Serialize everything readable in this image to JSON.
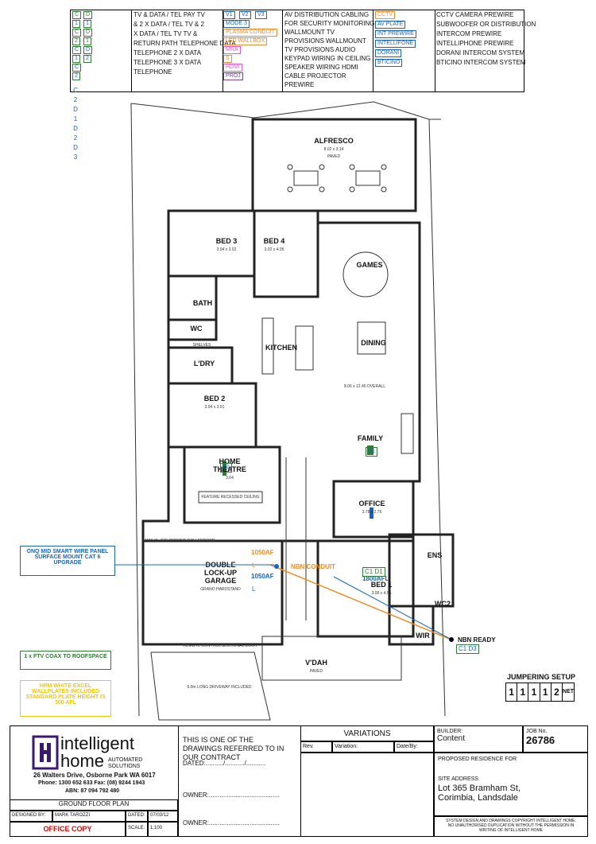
{
  "legend": {
    "col1": [
      {
        "codes": [
          "C",
          "D"
        ],
        "color": "#2e7d32",
        "text": "TV & DATA / TEL PAY TV"
      },
      {
        "codes": [
          "1",
          "1"
        ],
        "color": "#1565c0",
        "text": "& 2 X DATA / TEL TV & 2"
      },
      {
        "codes": [
          "C",
          "D"
        ],
        "color": "#2e7d32",
        "text": "X DATA / TEL TV TV &"
      },
      {
        "codes": [
          "2",
          "1"
        ],
        "color": "#2e7d32",
        "text": "RETURN PATH TELEPHONE DATA"
      },
      {
        "codes": [
          "C",
          "D"
        ],
        "color": "#1565c0",
        "text": "TELEPHONE 2 X DATA"
      },
      {
        "codes": [
          "1",
          "2"
        ],
        "color": "#1565c0",
        "text": "TELEPHONE 3 X DATA"
      },
      {
        "codes": [
          "C"
        ],
        "color": "#1565c0",
        "text": "TELEPHONE"
      },
      {
        "codes": [
          "2"
        ],
        "color": "#1565c0",
        "text": ""
      }
    ],
    "col1_extra": [
      "C",
      "2",
      "D",
      "1",
      "D",
      "2",
      "D",
      "3"
    ],
    "col2": [
      {
        "tags": [
          "V1",
          "V2",
          "V3"
        ],
        "color": "#1565c0",
        "text": "AV DISTRIBUTION CABLING"
      },
      {
        "tags": [
          "MODE 3"
        ],
        "color": "#1565c0",
        "text": "FOR SECURITY MONITORING"
      },
      {
        "tags": [
          "PLASMA CONDUIT"
        ],
        "color": "#f28c28",
        "text": "WALLMOUNT TV"
      },
      {
        "tags": [
          "LED WALLBOX"
        ],
        "color": "#f28c28",
        "text": "PROVISIONS WALLMOUNT"
      },
      {
        "tags": [
          "MRA"
        ],
        "color": "#e05ad0",
        "text": "TV PROVISIONS AUDIO"
      },
      {
        "tags": [
          "S"
        ],
        "color": "#f28c28",
        "text": "KEYPAD WIRING IN CEILING"
      },
      {
        "tags": [
          "HDMI"
        ],
        "color": "#e05ad0",
        "text": "SPEAKER WIRING HDMI"
      },
      {
        "tags": [
          "PROJ"
        ],
        "color": "#7b3fa0",
        "text": "CABLE PROJECTOR"
      },
      {
        "tags": [],
        "color": "#000",
        "text": "PREWIRE"
      }
    ],
    "col3": [
      {
        "tag": "CCTV",
        "color": "#f28c28",
        "text": "CCTV CAMERA PREWIRE"
      },
      {
        "tag": "AV PLATE",
        "color": "#1565c0",
        "text": "SUBWOOFER OR DISTRIBUTION"
      },
      {
        "tag": "INT PREWIRE",
        "color": "#1565c0",
        "text": "INTERCOM PREWIRE"
      },
      {
        "tag": "INTELLIFONE",
        "color": "#1565c0",
        "text": "INTELLIPHONE PREWIRE"
      },
      {
        "tag": "DORANI",
        "color": "#1565c0",
        "text": "DORANI INTERCOM SYSTEM"
      },
      {
        "tag": "BTICINO",
        "color": "#1565c0",
        "text": "BTICINO INTERCOM SYSTEM"
      }
    ]
  },
  "rooms": {
    "alfresco": {
      "name": "ALFRESCO",
      "size": "8.02 x 3.14",
      "note": "PAVED"
    },
    "bed3": {
      "name": "BED 3",
      "size": "3.94 x 3.02"
    },
    "bed4": {
      "name": "BED 4",
      "size": "3.02 x 4.05"
    },
    "games": {
      "name": "GAMES"
    },
    "bath": {
      "name": "BATH"
    },
    "wc": {
      "name": "WC"
    },
    "shelves": {
      "name": "SHELVES"
    },
    "ldry": {
      "name": "L'DRY"
    },
    "kitchen": {
      "name": "KITCHEN"
    },
    "dining": {
      "name": "DINING"
    },
    "overall": {
      "name": "8.06 x 12.45 OVERALL"
    },
    "bed2": {
      "name": "BED 2",
      "size": "3.94 x 3.01"
    },
    "family": {
      "name": "FAMILY"
    },
    "hometheatre": {
      "name": "HOME THEATRE",
      "size": "3.64"
    },
    "recessed": {
      "name": "FEATURE RECESSED CEILING"
    },
    "office": {
      "name": "OFFICE",
      "size": "3.78 x 2.76"
    },
    "garage": {
      "name": "DOUBLE LOCK-UP GARAGE",
      "note": "GRANO HARDSTAND"
    },
    "ens": {
      "name": "ENS"
    },
    "wc2": {
      "name": "WC2"
    },
    "bed1": {
      "name": "BED 1",
      "size": "3.99 x 4.55"
    },
    "wir": {
      "name": "WIR"
    },
    "vdah": {
      "name": "V'DAH",
      "note": "PAVED"
    },
    "rollerdoor": {
      "name": "MANUAL COLORBOND ROLLERDOOR"
    },
    "sectional": {
      "name": "REMOTE CONTROL SECTIONAL DOOR"
    },
    "driveway": {
      "name": "6.0m LONG DRIVEWAY INCLUDED"
    }
  },
  "annotations": {
    "onq": "ONQ MID SMART WIRE PANEL SURFACE MOUNT CAT 6 UPGRADE",
    "ftv": "1 x FTV COAX TO ROOFSPACE",
    "hpm": "HPM WHITE EXCEL WALLPLATES INCLUDED STANDARD PLATE HEIGHT IS 300 AFL",
    "af1050a": "1050AF",
    "af1050b": "1050AF",
    "l1": "L",
    "l2": "L",
    "nbn_conduit": "NBN CONDUIT",
    "af1800": "1800AFL",
    "nbn_ready": "NBN READY",
    "c1d3": "C1 D3",
    "c1d1": "C1 D1",
    "c1": "C1",
    "c1b": "C1"
  },
  "jumpering": {
    "title": "JUMPERING SETUP",
    "values": [
      "1",
      "1",
      "1",
      "1",
      "2"
    ],
    "last": "NET"
  },
  "titleblock": {
    "company1": "intelligent",
    "company2": "home",
    "company3": "AUTOMATED SOLUTIONS",
    "address": "26 Walters Drive, Osborne Park WA 6017",
    "phone": "Phone: 1300 652 633 Fax: (08) 9244 1943",
    "abn": "ABN: 87 094 792 480",
    "plan_name": "GROUND FLOOR PLAN",
    "designed_by_label": "DESIGNED BY:",
    "designed_by": "MARK TAROZZI",
    "dated_label": "DATED:",
    "dated": "07/03/12",
    "office_copy": "OFFICE COPY",
    "scale_label": "SCALE:",
    "scale": "1:100",
    "drawing_note": "THIS IS ONE OF THE DRAWINGS REFERRED TO IN OUR CONTRACT",
    "dated_line": "DATED:........../.........../...........",
    "owner_line1": "OWNER:........................................",
    "owner_line2": "OWNER:........................................",
    "variations": "VARIATIONS",
    "rev": "Rev.",
    "variation": "Variation:",
    "date_by": "Date/By:",
    "builder_label": "BUILDER:",
    "builder": "Content",
    "job_label": "JOB No.",
    "job": "26786",
    "proposed": "PROPOSED RESIDENCE FOR",
    "site_label": "SITE ADDRESS",
    "site1": "Lot 365 Bramham St,",
    "site2": "Corimbia, Landsdale",
    "copyright": "SYSTEM DESIGN AND DRAWINGS COPYRIGHT INTELLIGENT HOME. NO UNAUTHORISED DUPLICATION WITHOUT THE PERMISSION IN WRITING OF INTELLIGENT HOME"
  }
}
